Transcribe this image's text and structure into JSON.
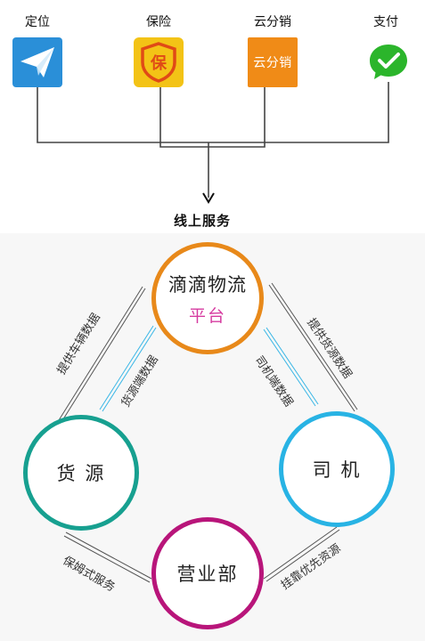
{
  "top_services": [
    {
      "label": "定位",
      "icon": "paper-plane-icon"
    },
    {
      "label": "保险",
      "icon": "insurance-shield-icon",
      "badge": "保"
    },
    {
      "label": "云分销",
      "icon": "cloud-distribution-icon",
      "badge": "云分销"
    },
    {
      "label": "支付",
      "icon": "wechat-pay-check-icon"
    }
  ],
  "online_service": "线上服务",
  "platform": {
    "name": "滴滴物流",
    "sub": "平台"
  },
  "nodes": {
    "source": "货 源",
    "driver": "司 机",
    "sales": "营业部"
  },
  "links": {
    "provide_vehicle": "提供车辆数据",
    "source_side": "货源端数据",
    "provide_cargo": "提供货源数据",
    "driver_side": "司机端数据",
    "nanny_service": "保姆式服务",
    "priority_resources": "挂靠优先资源"
  },
  "colors": {
    "platform": "#e8891a",
    "platform_sub": "#d63ba0",
    "source": "#17a090",
    "driver": "#28b3e4",
    "sales": "#b8157a",
    "locate_bg": "#2a8fd8",
    "insure_bg": "#f3c316",
    "cloud_bg": "#f08b17",
    "pay": "#2bb52b"
  }
}
